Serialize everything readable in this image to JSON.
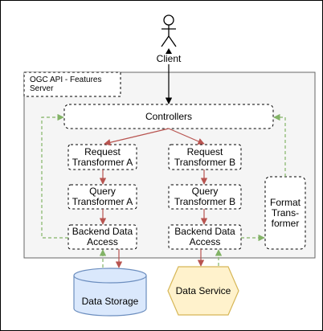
{
  "actor": {
    "label": "Client"
  },
  "server": {
    "label": "OGC API - Features\nServer"
  },
  "nodes": {
    "controllers": "Controllers",
    "request_a": "Request\nTransformer A",
    "request_b": "Request\nTransformer B",
    "query_a": "Query\nTransformer A",
    "query_b": "Query\nTransformer B",
    "backend_a": "Backend Data\nAccess",
    "backend_b": "Backend Data\nAccess",
    "format": "Format\nTrans-\nformer",
    "data_storage": "Data Storage",
    "data_service": "Data Service"
  },
  "colors": {
    "red_arrow": "#b85450",
    "green_arrow": "#82b366",
    "storage_fill": "#dae8fc",
    "storage_stroke": "#6c8ebf",
    "service_fill": "#fff2cc",
    "service_stroke": "#d6b656",
    "server_fill": "#f5f5f5",
    "server_stroke": "#666666"
  }
}
